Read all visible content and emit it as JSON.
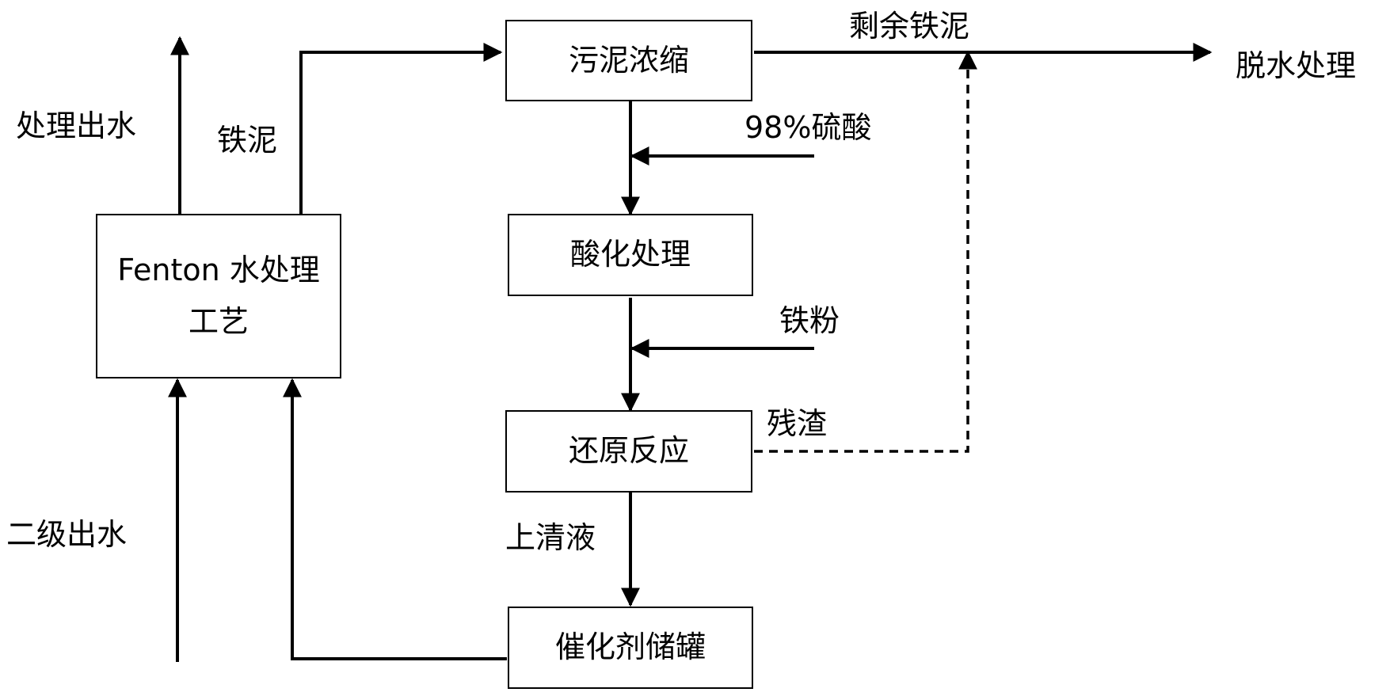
{
  "boxes": {
    "fenton": "Fenton 水处理工艺",
    "sludge_thickening": "污泥浓缩",
    "acidification": "酸化处理",
    "reduction": "还原反应",
    "catalyst_tank": "催化剂储罐"
  },
  "labels": {
    "treated_effluent": "处理出水",
    "iron_sludge": "铁泥",
    "remaining_iron_sludge": "剩余铁泥",
    "dewatering": "脱水处理",
    "sulfuric_acid": "98%硫酸",
    "iron_powder": "铁粉",
    "residue": "残渣",
    "supernatant": "上清液",
    "secondary_effluent": "二级出水"
  }
}
